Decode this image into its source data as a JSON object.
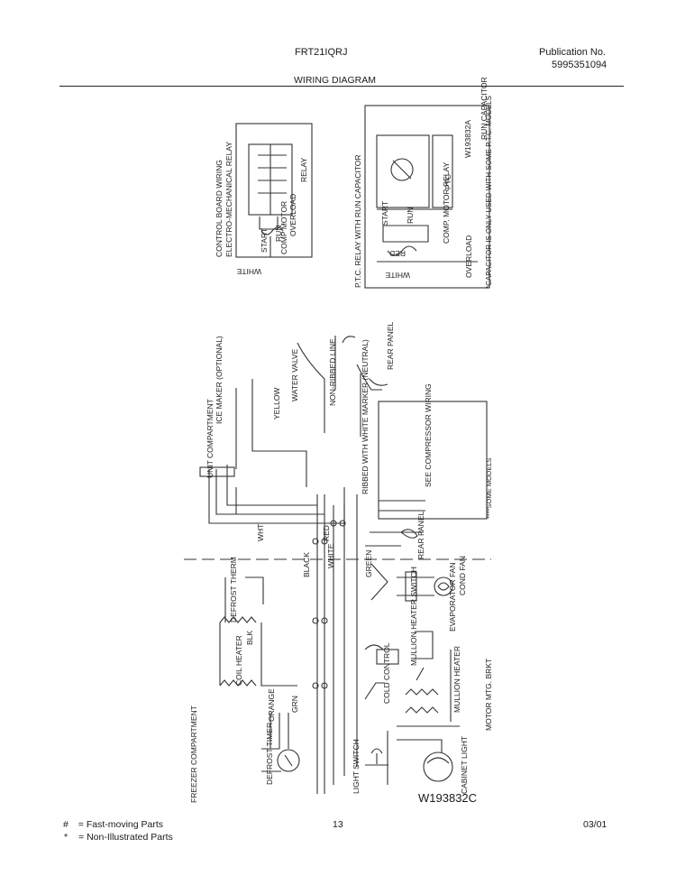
{
  "header": {
    "model": "FRT21IQRJ",
    "publication_label": "Publication No.",
    "publication_number": "5995351094",
    "section_title": "WIRING DIAGRAM"
  },
  "diagram": {
    "drawing_number": "W193832C",
    "inset_top_left": {
      "title_line1": "CONTROL BOARD WIRING",
      "title_line2": "ELECTRO-MECHANICAL RELAY",
      "labels": [
        "START",
        "RUN",
        "COMP MOTOR",
        "OVERLOAD",
        "RELAY",
        "WHITE"
      ]
    },
    "inset_top_right": {
      "title_line1": "P.T.C. RELAY WITH RUN CAPACITOR",
      "labels": [
        "RUN CAPACITOR",
        "W193832A",
        "START",
        "RUN",
        "PTC",
        "COMP. MOTOR RELAY",
        "OVERLOAD",
        "WHITE",
        "RED"
      ],
      "note": "*CAPACITOR IS ONLY USED WITH SOME P.T.C. MODELS"
    },
    "main_labels": {
      "unit_compartment": "UNIT COMPARTMENT",
      "ice_maker": "ICE MAKER (OPTIONAL)",
      "water_valve": "WATER VALVE",
      "non_ribbed_line": "NON-RIBBED LINE",
      "ribbed_line": "RIBBED WITH WHITE MARKER (NEUTRAL)",
      "see_compressor": "SEE COMPRESSOR WIRING",
      "some_models": "****SOME MODELS",
      "rear_panel_1": "REAR PANEL",
      "rear_panel_2": "REAR PANEL",
      "condenser_fan": "COND FAN",
      "freezer_compartment": "FREEZER COMPARTMENT",
      "coil_heater": "COIL HEATER",
      "defrost_therm": "DEFROST THERM",
      "defrost_timer": "DEFROST TIMER",
      "cold_control": "COLD CONTROL",
      "mullion_heater_switch": "MULLION HEATER SWITCH",
      "mullion_heater": "MULLION HEATER",
      "motor_mtg_bracket": "MOTOR MTG. BRKT",
      "light_switch": "LIGHT SWITCH",
      "cabinet_light": "CABINET LIGHT",
      "evap_fan": "EVAPORATOR FAN",
      "wire_colors": [
        "BLACK",
        "WHITE",
        "GREEN",
        "RED",
        "ORANGE",
        "YELLOW",
        "BLK",
        "WHT",
        "GRN"
      ]
    }
  },
  "footer": {
    "legend": [
      {
        "symbol": "#",
        "text": "= Fast-moving Parts"
      },
      {
        "symbol": "*",
        "text": "= Non-Illustrated Parts"
      }
    ],
    "page_number": "13",
    "date": "03/01"
  }
}
